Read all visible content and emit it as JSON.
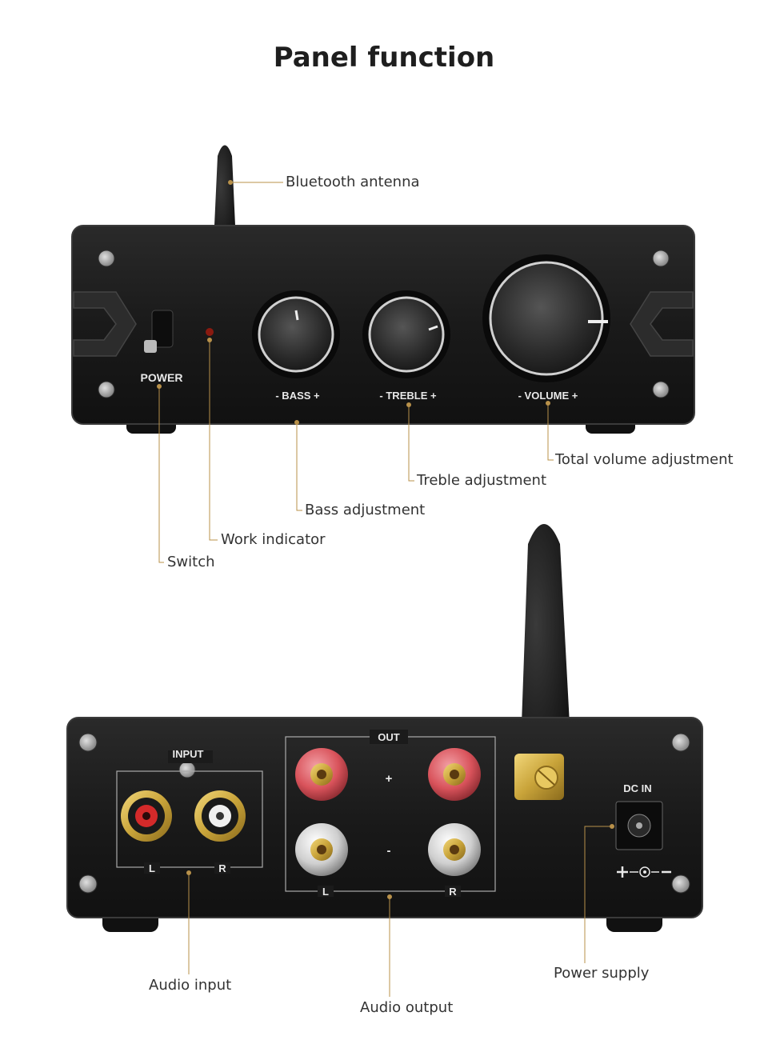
{
  "title": "Panel function",
  "front_panel": {
    "power_label": "POWER",
    "bass_label": "- BASS +",
    "treble_label": "- TREBLE +",
    "volume_label": "- VOLUME +"
  },
  "rear_panel": {
    "input_label": "INPUT",
    "out_label": "OUT",
    "dc_label": "DC IN",
    "plus": "+",
    "minus": "-",
    "left": "L",
    "right": "R"
  },
  "callouts": {
    "bluetooth_antenna": "Bluetooth antenna",
    "volume": "Total volume adjustment",
    "treble": "Treble adjustment",
    "bass": "Bass adjustment",
    "work_indicator": "Work indicator",
    "switch": "Switch",
    "audio_input": "Audio input",
    "power_supply": "Power supply",
    "audio_output": "Audio output"
  },
  "colors": {
    "leader_line": "#b8914a",
    "chassis": "#1b1b1b",
    "gold": "#c9a43a",
    "red_post": "#d9535b",
    "led": "#8a1a10"
  }
}
